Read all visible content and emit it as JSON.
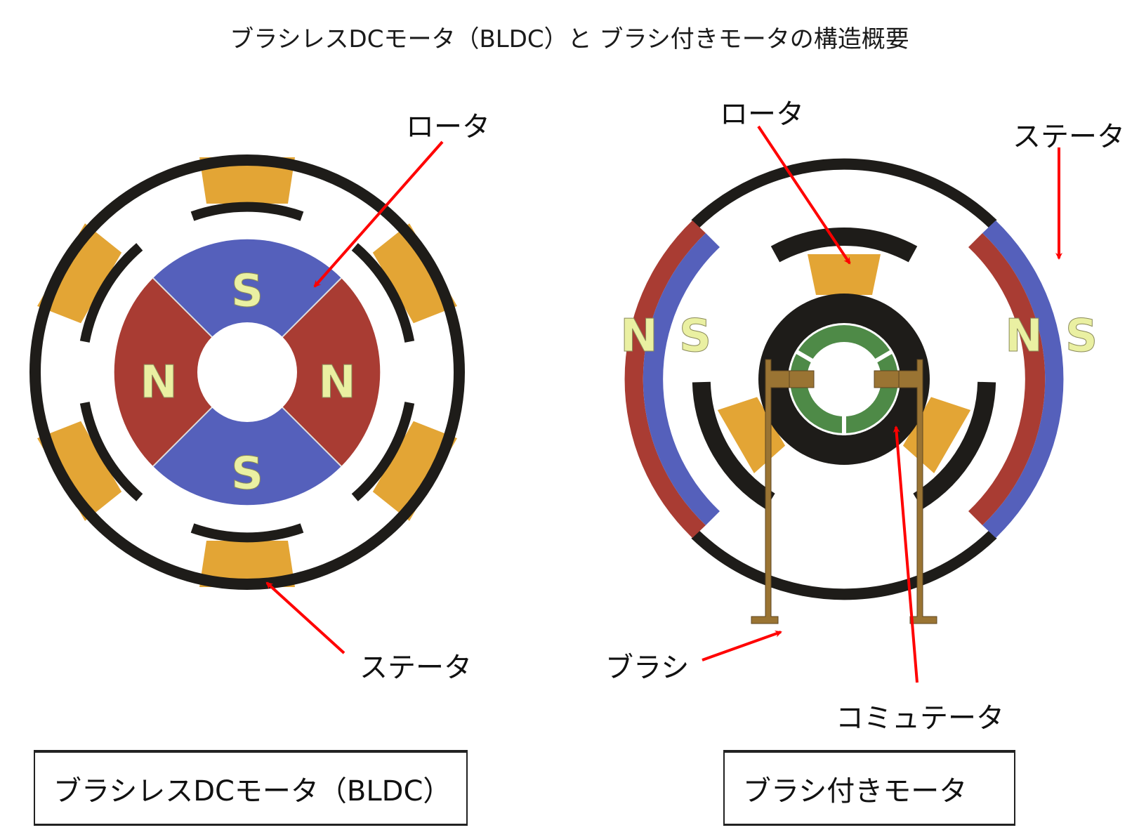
{
  "title": "ブラシレスDCモータ（BLDC）と ブラシ付きモータの構造概要",
  "colors": {
    "stator_tooth": "#E3A535",
    "black": "#1E1C19",
    "magnet_north": "#A93C33",
    "magnet_south": "#5560BB",
    "pole_letter": "#EAF0A2",
    "commutator": "#4E8A47",
    "brush": "#9A7433",
    "arrow": "#FF0000"
  },
  "bldc": {
    "caption": "ブラシレスDCモータ（BLDC）",
    "labels": {
      "rotor": "ロータ",
      "stator": "ステータ"
    },
    "poles": {
      "top": "S",
      "bottom": "S",
      "left": "N",
      "right": "N"
    }
  },
  "brushed": {
    "caption": "ブラシ付きモータ",
    "labels": {
      "rotor": "ロータ",
      "stator": "ステータ",
      "brush": "ブラシ",
      "commutator": "コミュテータ"
    },
    "poles": {
      "left_outer": "N",
      "left_inner": "S",
      "right_inner": "N",
      "right_outer": "S"
    }
  }
}
